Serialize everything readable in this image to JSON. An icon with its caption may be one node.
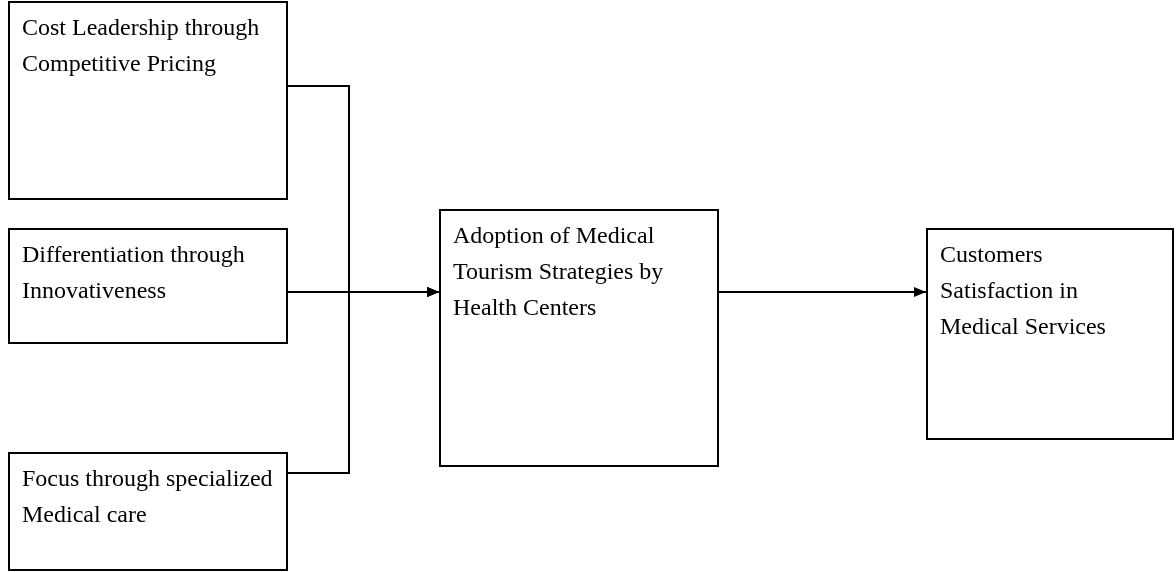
{
  "diagram": {
    "nodes": [
      {
        "text": [
          "Cost Leadership through Competitive Pricing"
        ]
      },
      {
        "text": [
          "Differentiation through Innovativeness"
        ]
      },
      {
        "text": [
          "Focus through specialized Medical care"
        ]
      },
      {
        "text": [
          "Adoption of Medical Tourism Strategies by Health Centers"
        ]
      },
      {
        "text": [
          "Customers Satisfaction in Medical Services"
        ]
      }
    ],
    "edges": [
      {
        "from": 0,
        "to": 3,
        "arrow": "to"
      },
      {
        "from": 1,
        "to": 3,
        "arrow": "to"
      },
      {
        "from": 2,
        "to": 3,
        "arrow": "to"
      },
      {
        "from": 3,
        "to": 4,
        "arrow": "to"
      }
    ]
  }
}
